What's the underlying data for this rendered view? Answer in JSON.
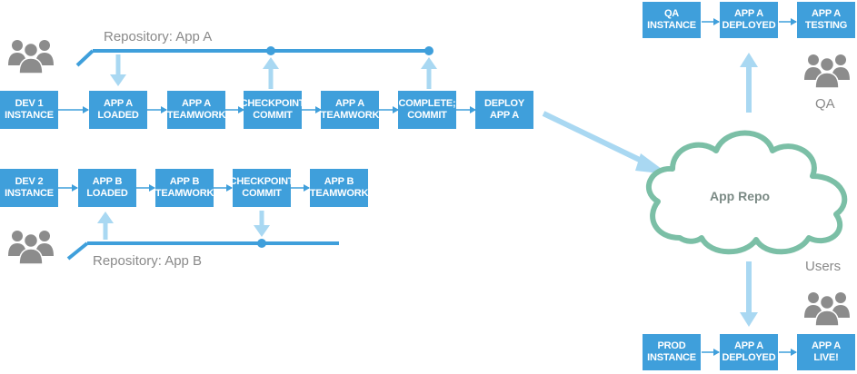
{
  "repo_a_label": "Repository: App A",
  "repo_b_label": "Repository: App B",
  "row_a": [
    "DEV 1\nINSTANCE",
    "APP A\nLOADED",
    "APP A\nTEAMWORK",
    "CHECKPOINT\nCOMMIT",
    "APP A\nTEAMWORK",
    "COMPLETE;\nCOMMIT",
    "DEPLOY\nAPP A"
  ],
  "row_b": [
    "DEV 2\nINSTANCE",
    "APP B\nLOADED",
    "APP B\nTEAMWORK",
    "CHECKPOINT\nCOMMIT",
    "APP B\nTEAMWORK"
  ],
  "qa_row": [
    "QA\nINSTANCE",
    "APP A\nDEPLOYED",
    "APP A\nTESTING"
  ],
  "prod_row": [
    "PROD\nINSTANCE",
    "APP A\nDEPLOYED",
    "APP A\nLIVE!"
  ],
  "cloud_label": "App Repo",
  "qa_label": "QA",
  "users_label": "Users",
  "colors": {
    "box": "#3f9fdb",
    "line": "#3f9fdb",
    "arrow_light": "#a9d8f2",
    "cloud": "#7bbfa6",
    "people": "#8c8c8c",
    "text_gray": "#8a8a8a"
  }
}
